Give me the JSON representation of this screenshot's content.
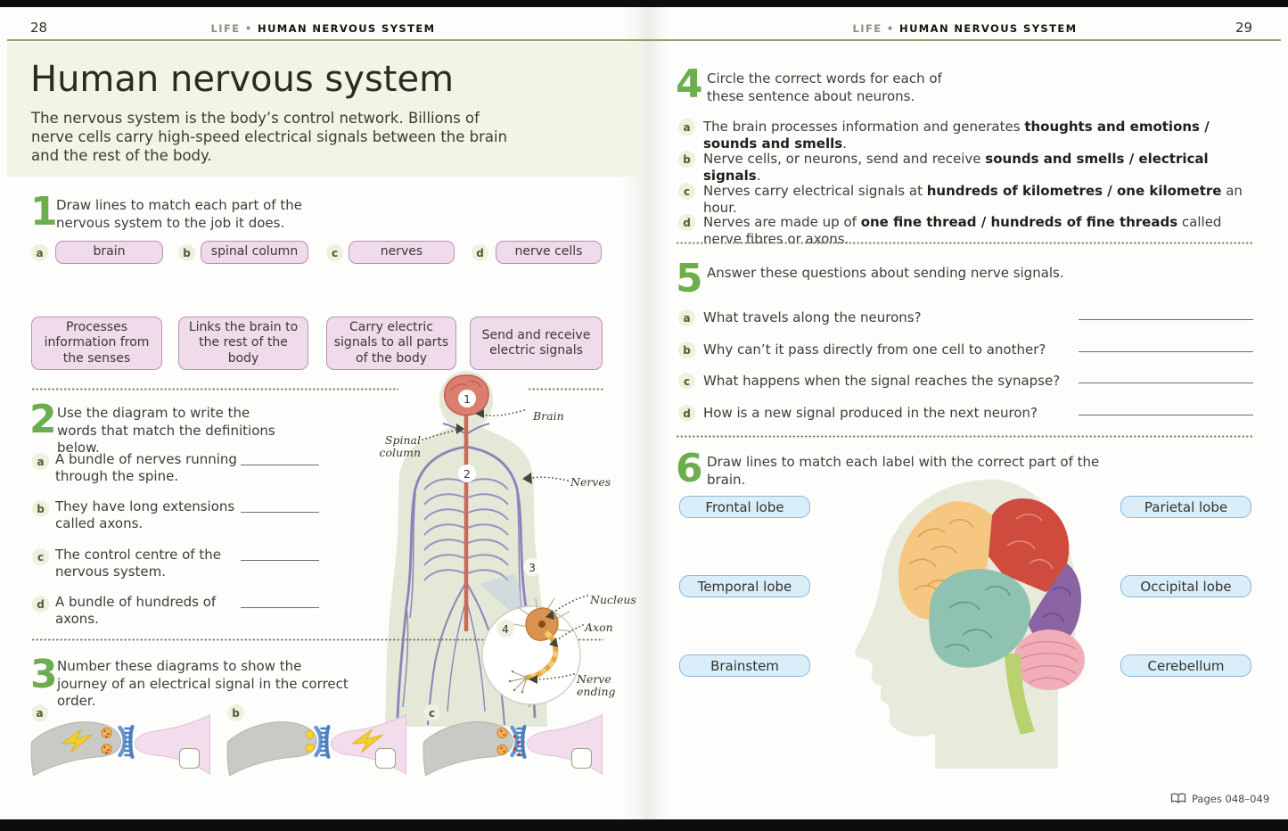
{
  "colors": {
    "accent_green": "#6cae4d",
    "rule_olive": "#979d69",
    "band_cream": "#f3f4e3",
    "pink_fill": "#efdbea",
    "pink_border": "#bb8fb8",
    "blue_fill": "#daeef9",
    "blue_border": "#8ab7d7",
    "divider_dots": "#7c8263",
    "frontal_lobe": "#f6c781",
    "parietal_lobe": "#ce4b3d",
    "occipital_lobe": "#8a63a2",
    "temporal_lobe": "#8fc2b0",
    "cerebellum": "#f1adb8",
    "brainstem": "#b9d16f"
  },
  "left_page": {
    "page_number": "28",
    "header": {
      "section": "LIFE",
      "bullet": "•",
      "topic": "HUMAN NERVOUS SYSTEM"
    },
    "title": "Human nervous system",
    "intro": "The nervous system is the body’s control network. Billions of nerve cells carry high-speed electrical signals between the brain and the rest of the body.",
    "exercise1": {
      "number": "1",
      "prompt": "Draw lines to match each part of the nervous system to the job it does.",
      "options": [
        {
          "letter": "a",
          "label": "brain"
        },
        {
          "letter": "b",
          "label": "spinal column"
        },
        {
          "letter": "c",
          "label": "nerves"
        },
        {
          "letter": "d",
          "label": "nerve cells"
        }
      ],
      "jobs": [
        "Processes information from the senses",
        "Links the brain to the rest of the body",
        "Carry electric signals to all parts of the body",
        "Send and receive electric signals"
      ]
    },
    "exercise2": {
      "number": "2",
      "prompt": "Use the diagram to write the words that match the definitions below.",
      "items": [
        {
          "letter": "a",
          "text": "A bundle of nerves running through the spine."
        },
        {
          "letter": "b",
          "text": "They have long extensions called axons."
        },
        {
          "letter": "c",
          "text": "The control centre of the nervous system."
        },
        {
          "letter": "d",
          "text": "A bundle of hundreds of axons."
        }
      ]
    },
    "exercise3": {
      "number": "3",
      "prompt": "Number these diagrams to show the journey of an electrical signal in the correct order.",
      "diagrams": [
        {
          "letter": "a"
        },
        {
          "letter": "b"
        },
        {
          "letter": "c"
        }
      ]
    },
    "diagram": {
      "labels": {
        "brain": "Brain",
        "spinal_column": "Spinal column",
        "nerves": "Nerves",
        "nucleus": "Nucleus",
        "axon": "Axon",
        "nerve_ending": "Nerve ending"
      },
      "markers": {
        "m1": "1",
        "m2": "2",
        "m3": "3",
        "m4": "4"
      }
    }
  },
  "right_page": {
    "page_number": "29",
    "header": {
      "section": "LIFE",
      "bullet": "•",
      "topic": "HUMAN NERVOUS SYSTEM"
    },
    "exercise4": {
      "number": "4",
      "prompt": "Circle the correct words for each of these sentence about neurons.",
      "items": [
        {
          "letter": "a",
          "pre": "The brain processes information and generates ",
          "bold": "thoughts and emotions / sounds and smells",
          "post": "."
        },
        {
          "letter": "b",
          "pre": "Nerve cells, or neurons, send and receive ",
          "bold": "sounds and smells / electrical signals",
          "post": "."
        },
        {
          "letter": "c",
          "pre": "Nerves carry electrical signals at ",
          "bold": "hundreds of kilometres / one kilometre",
          "post": " an hour."
        },
        {
          "letter": "d",
          "pre": "Nerves are made up of ",
          "bold": "one fine thread / hundreds of fine threads",
          "post": " called nerve fibres or axons."
        }
      ]
    },
    "exercise5": {
      "number": "5",
      "prompt": "Answer these questions about sending nerve signals.",
      "items": [
        {
          "letter": "a",
          "text": "What travels along the neurons?"
        },
        {
          "letter": "b",
          "text": "Why can’t it pass directly from one cell to another?"
        },
        {
          "letter": "c",
          "text": "What happens when the signal reaches the synapse?"
        },
        {
          "letter": "d",
          "text": "How is a new signal produced in the next neuron?"
        }
      ]
    },
    "exercise6": {
      "number": "6",
      "prompt": "Draw lines to match each label with the correct part of the brain.",
      "labels_left": [
        "Frontal lobe",
        "Temporal lobe",
        "Brainstem"
      ],
      "labels_right": [
        "Parietal lobe",
        "Occipital lobe",
        "Cerebellum"
      ]
    },
    "footer": {
      "text": "Pages 048–049"
    }
  }
}
